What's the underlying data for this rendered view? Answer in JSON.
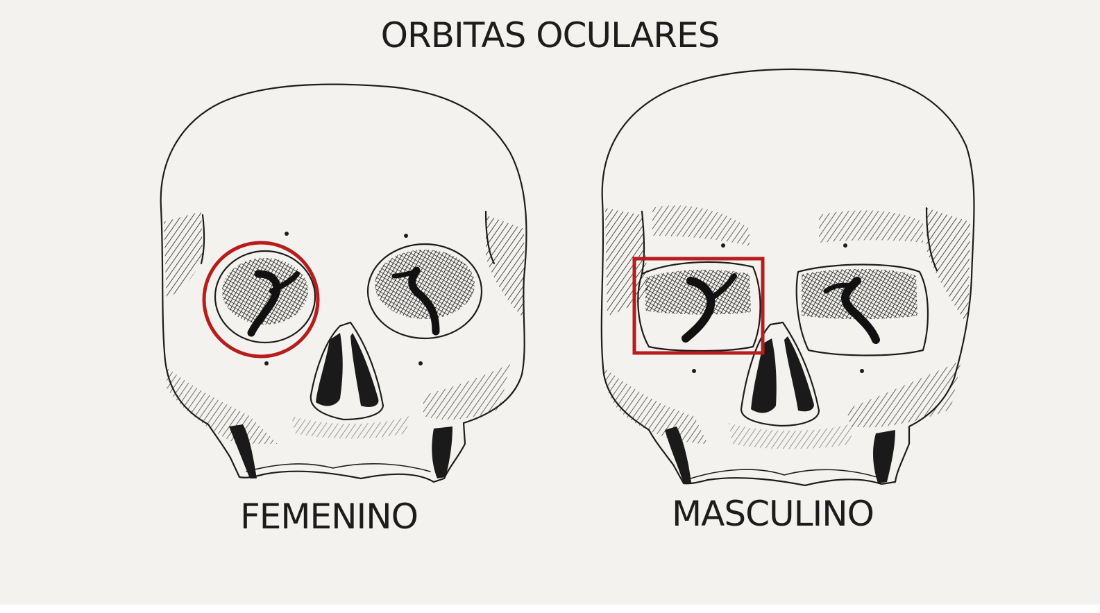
{
  "title": "ORBITAS OCULARES",
  "skulls": [
    {
      "label": "FEMENINO",
      "orbit_marker": "circle"
    },
    {
      "label": "MASCULINO",
      "orbit_marker": "rectangle"
    }
  ],
  "colors": {
    "background": "#f3f2ee",
    "ink": "#1c1c1c",
    "highlight": "#b81c1c"
  }
}
